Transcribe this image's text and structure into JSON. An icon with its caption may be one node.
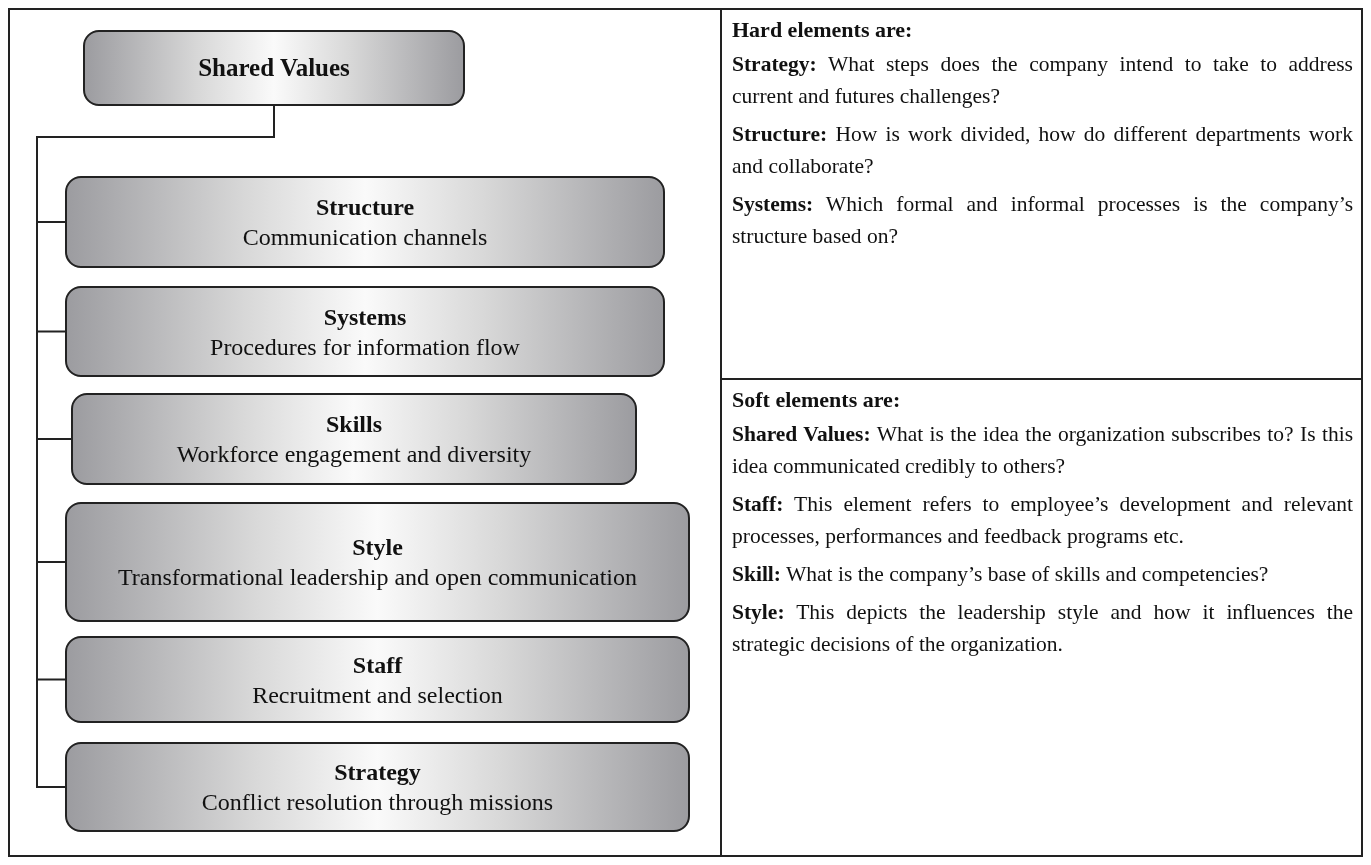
{
  "diagram": {
    "nodes": [
      {
        "text": [
          "Shared Values"
        ]
      },
      {
        "text": [
          "Structure",
          "Communication channels"
        ]
      },
      {
        "text": [
          "Systems",
          "Procedures for information flow"
        ]
      },
      {
        "text": [
          "Skills",
          "Workforce engagement and diversity"
        ]
      },
      {
        "text": [
          "Style",
          "Transformational leadership and open communication"
        ]
      },
      {
        "text": [
          "Staff",
          "Recruitment and selection"
        ]
      },
      {
        "text": [
          "Strategy",
          "Conflict resolution through missions"
        ]
      }
    ],
    "edges": [
      {
        "from": 0,
        "to": 1,
        "arrow": "none"
      },
      {
        "from": 0,
        "to": 2,
        "arrow": "none"
      },
      {
        "from": 0,
        "to": 3,
        "arrow": "none"
      },
      {
        "from": 0,
        "to": 4,
        "arrow": "none"
      },
      {
        "from": 0,
        "to": 5,
        "arrow": "none"
      },
      {
        "from": 0,
        "to": 6,
        "arrow": "none"
      }
    ],
    "labels": [
      "Hard elements are:",
      "**Strategy:** What steps does the company intend to take to address current and futures challenges?",
      "**Structure:** How is work divided, how do different departments work and collaborate?",
      "**Systems:** Which formal and informal processes is the company’s structure based on?",
      "Soft elements are:",
      "**Shared Values:** What is the idea the organization subscribes to? Is this idea communicated credibly to others?",
      "**Staff:** This element refers to employee’s development and relevant processes, performances and feedback programs etc.",
      "**Skill:** What is the company’s base of skills and competencies?",
      "**Style:** This depicts the leadership style and how it influences the strategic decisions of the organization."
    ]
  }
}
